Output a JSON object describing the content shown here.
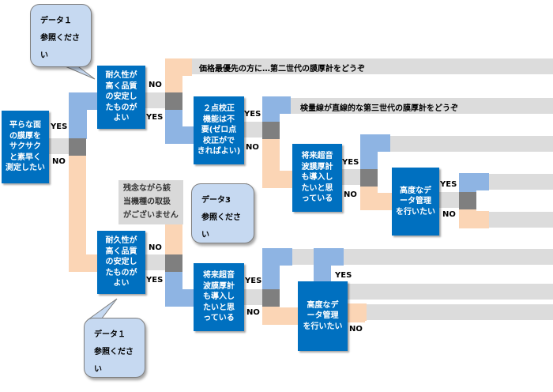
{
  "root_question": "平らな面\nの膜厚を\nサクサク\nと素早く\n測定したい",
  "q_durability_top": "耐久性が\n高く品質\nの安定し\nたものが\nよい",
  "q_durability_bottom": "耐久性が\n高く品質\nの安定し\nたものが\nよい",
  "q_two_point": "２点校正\n機能は不\n要(ゼロ点\n校正がで\nきればよい)",
  "q_future_top": "将来超音\n波膜厚計\nも導入し\nたいと思\nっている",
  "q_future_bottom": "将来超音\n波膜厚計\nも導入し\nたいと思\nっている",
  "q_data_top": "高度なデ\nータ管理\nを行いたい",
  "q_data_bottom": "高度なデ\nータ管理\nを行いたい",
  "result_price": "価格最優先の方に…第二世代の膜厚計をどうぞ",
  "result_linear": "検量線が直線的な第三世代の膜厚計をどうぞ",
  "note_unavailable": "残念ながら該\n当機種の取扱\nがございません",
  "callout_data1_top": "データ１\n参照ください",
  "callout_data3": "データ3\n参照ください",
  "callout_data1_bottom": "データ１\n参照ください",
  "yes": "YES",
  "no": "NO"
}
